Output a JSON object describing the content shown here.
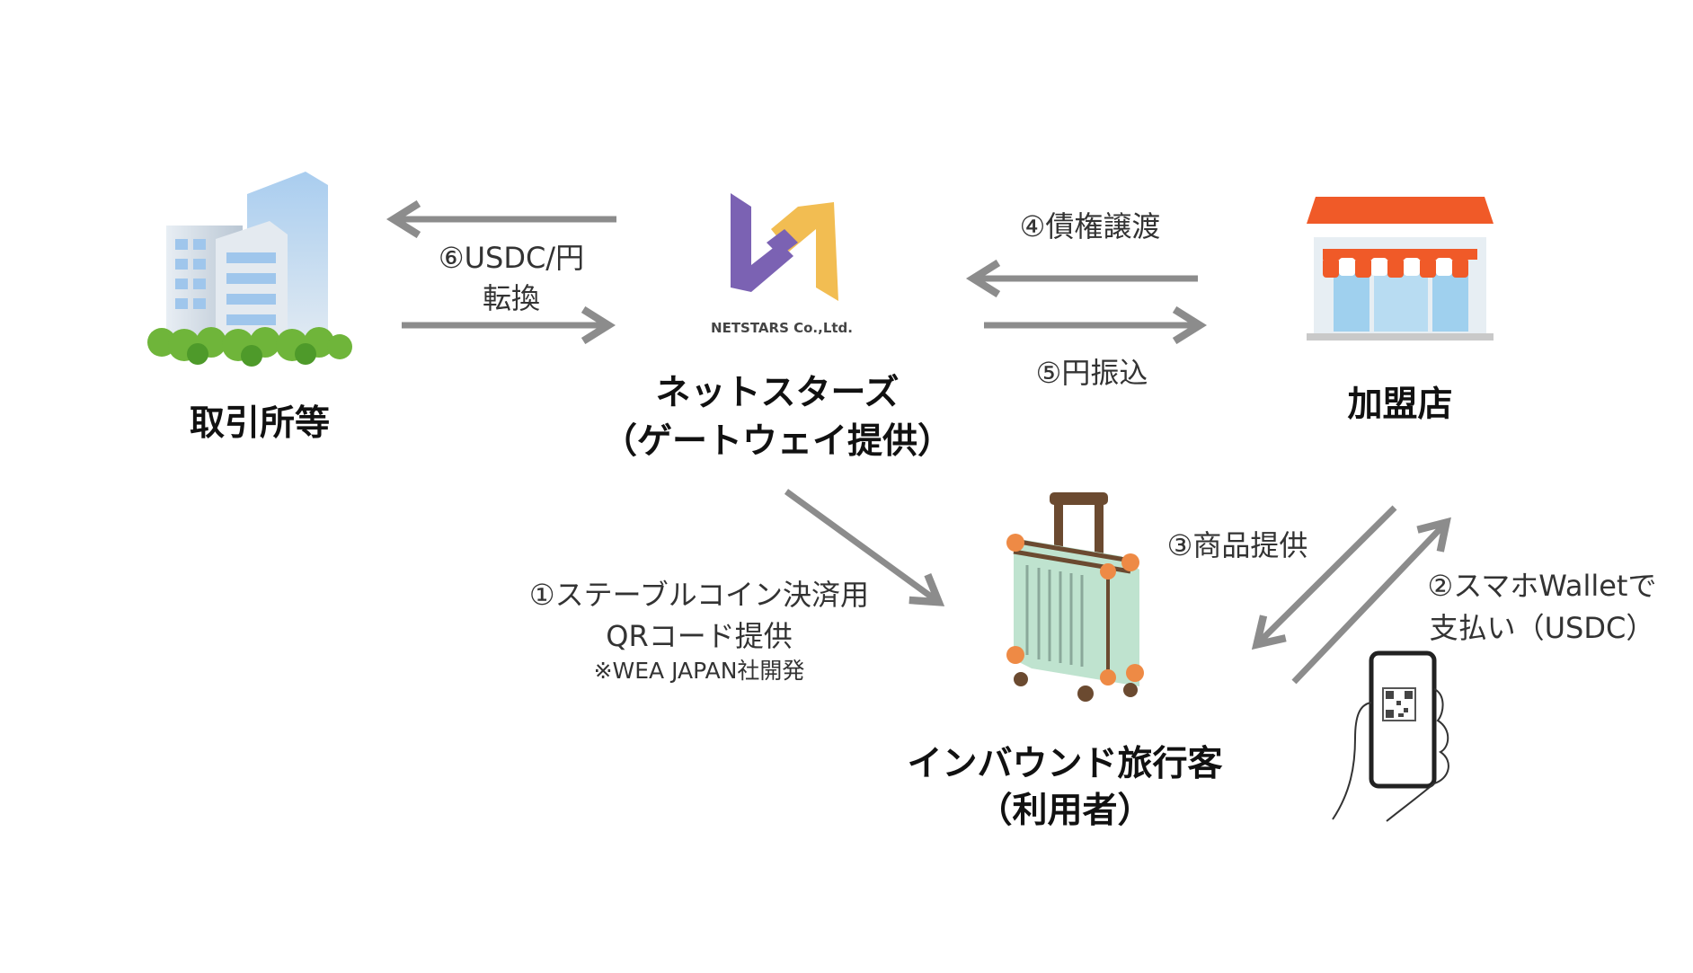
{
  "nodes": {
    "exchange": {
      "label": "取引所等",
      "icon": "office-building-icon"
    },
    "netstars": {
      "label_line1": "ネットスターズ",
      "label_line2": "（ゲートウェイ提供）",
      "logo_text": "NETSTARS Co.,Ltd.",
      "icon": "netstars-logo"
    },
    "merchant": {
      "label": "加盟店",
      "icon": "store-icon"
    },
    "traveler": {
      "label_line1": "インバウンド旅行客",
      "label_line2": "（利用者）",
      "icon": "suitcase-icon"
    },
    "phone": {
      "icon": "smartphone-qr-icon"
    }
  },
  "flows": {
    "step1": {
      "line1": "①ステーブルコイン決済用",
      "line2": "QRコード提供",
      "note": "※WEA JAPAN社開発"
    },
    "step2": {
      "line1": "②スマホWalletで",
      "line2": "支払い（USDC）"
    },
    "step3": {
      "label": "③商品提供"
    },
    "step4": {
      "label": "④債権譲渡"
    },
    "step5": {
      "label": "⑤円振込"
    },
    "step6": {
      "line1": "⑥USDC/円",
      "line2": "転換"
    }
  },
  "colors": {
    "arrow": "#8c8c8c",
    "logo_purple": "#7b62b3",
    "logo_yellow": "#f2bd52",
    "store_awning": "#f05a28"
  }
}
